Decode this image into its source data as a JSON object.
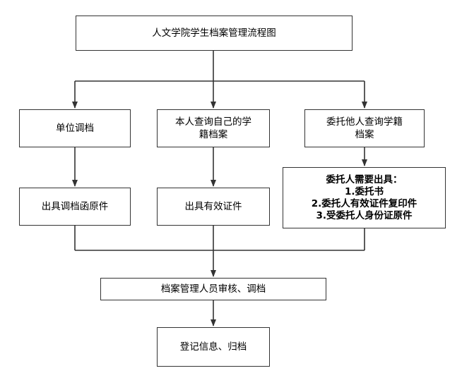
{
  "title": "人文学院学生档案管理流程图",
  "branches": {
    "left": {
      "step1": "单位调档",
      "step2": "出具调档函原件"
    },
    "middle": {
      "step1_line1": "本人查询自己的学",
      "step1_line2": "籍档案",
      "step2": "出具有效证件"
    },
    "right": {
      "step1_line1": "委托他人查询学籍",
      "step1_line2": "档案",
      "step2_lines": [
        "委托人需要出具：",
        "1.委托书",
        "2.委托人有效证件复印件",
        "3.受委托人身份证原件"
      ]
    }
  },
  "review": "档案管理人员审核、调档",
  "final": "登记信息、归档"
}
